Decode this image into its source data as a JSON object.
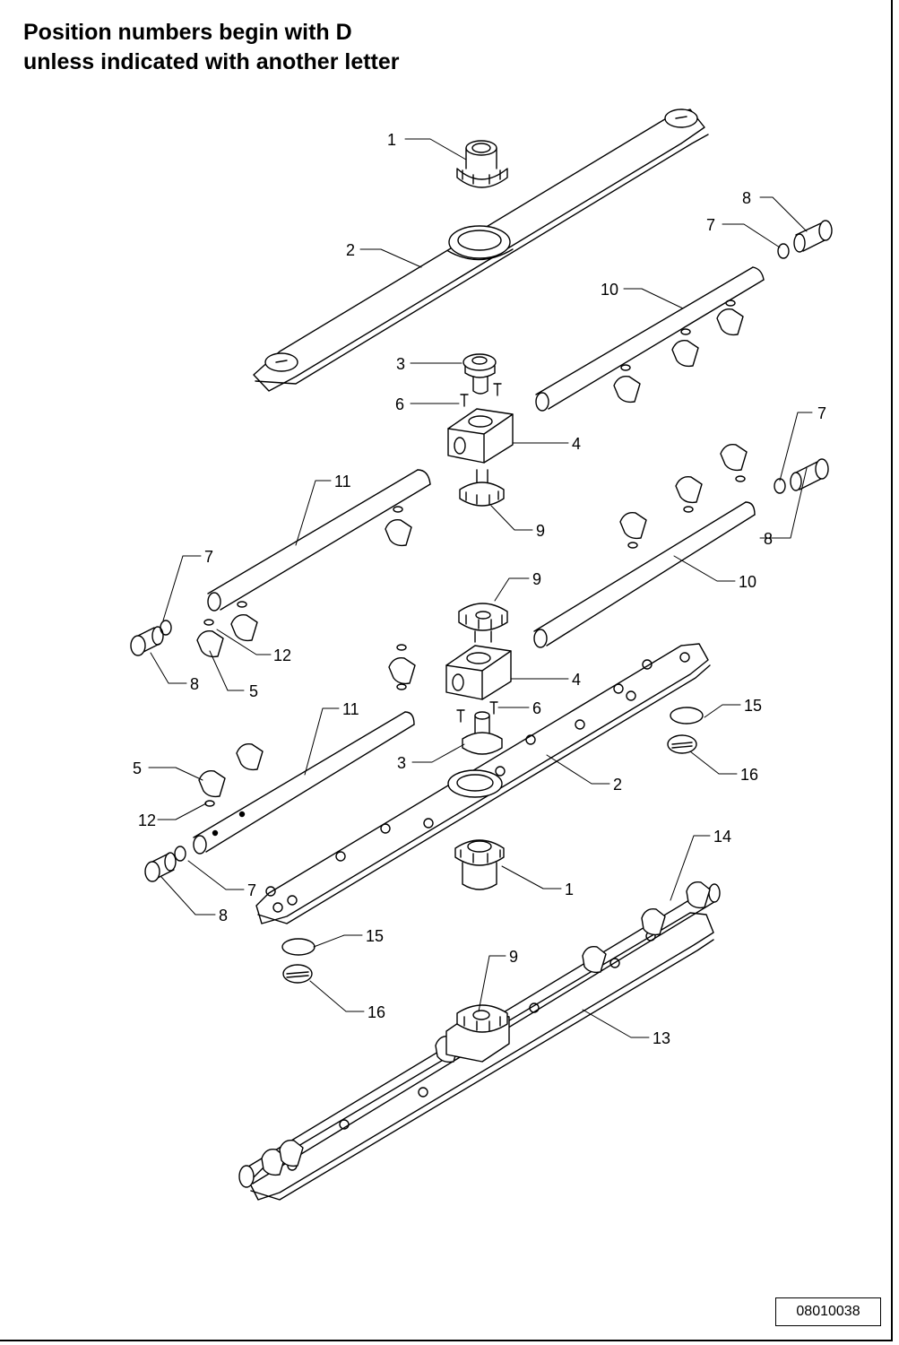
{
  "heading": {
    "line1": "Position numbers begin with D",
    "line2": "unless indicated with another letter"
  },
  "document_number": "08010038",
  "callouts": [
    {
      "id": "c1a",
      "label": "1"
    },
    {
      "id": "c2a",
      "label": "2"
    },
    {
      "id": "c3a",
      "label": "3"
    },
    {
      "id": "c6a",
      "label": "6"
    },
    {
      "id": "c4a",
      "label": "4"
    },
    {
      "id": "c9a",
      "label": "9"
    },
    {
      "id": "c8a",
      "label": "8"
    },
    {
      "id": "c7a",
      "label": "7"
    },
    {
      "id": "c10a",
      "label": "10"
    },
    {
      "id": "c7b",
      "label": "7"
    },
    {
      "id": "c8b",
      "label": "8"
    },
    {
      "id": "c11a",
      "label": "11"
    },
    {
      "id": "c10b",
      "label": "10"
    },
    {
      "id": "c7c",
      "label": "7"
    },
    {
      "id": "c12a",
      "label": "12"
    },
    {
      "id": "c8c",
      "label": "8"
    },
    {
      "id": "c5a",
      "label": "5"
    },
    {
      "id": "c9b",
      "label": "9"
    },
    {
      "id": "c4b",
      "label": "4"
    },
    {
      "id": "c6b",
      "label": "6"
    },
    {
      "id": "c11b",
      "label": "11"
    },
    {
      "id": "c15a",
      "label": "15"
    },
    {
      "id": "c5b",
      "label": "5"
    },
    {
      "id": "c3b",
      "label": "3"
    },
    {
      "id": "c16a",
      "label": "16"
    },
    {
      "id": "c2b",
      "label": "2"
    },
    {
      "id": "c12b",
      "label": "12"
    },
    {
      "id": "c14a",
      "label": "14"
    },
    {
      "id": "c7d",
      "label": "7"
    },
    {
      "id": "c1b",
      "label": "1"
    },
    {
      "id": "c8d",
      "label": "8"
    },
    {
      "id": "c15b",
      "label": "15"
    },
    {
      "id": "c9c",
      "label": "9"
    },
    {
      "id": "c16b",
      "label": "16"
    },
    {
      "id": "c13a",
      "label": "13"
    }
  ]
}
